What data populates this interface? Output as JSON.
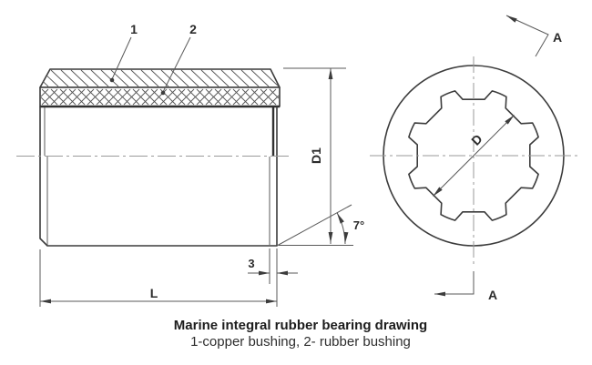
{
  "caption": {
    "title": "Marine integral rubber bearing drawing",
    "legend": "1-copper bushing, 2- rubber bushing"
  },
  "labels": {
    "part1": "1",
    "part2": "2",
    "dim_outer_diameter": "D1",
    "dim_length": "L",
    "dim_taper_length": "3",
    "dim_taper_angle": "7°",
    "dim_bore_diameter": "D",
    "section_marker_top": "A",
    "section_marker_bottom": "A"
  },
  "colors": {
    "line": "#3c3c3c",
    "thin_line": "#5a5a5a",
    "hatch": "#555555",
    "centerline": "#9a9a9a",
    "text": "#2b2b2b",
    "background": "#ffffff"
  }
}
